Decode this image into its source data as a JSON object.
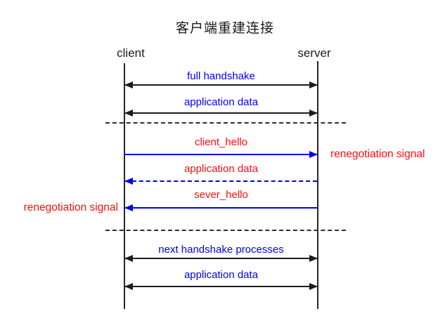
{
  "title": "客户端重建连接",
  "actors": {
    "client": "client",
    "server": "server"
  },
  "colors": {
    "blue": "#0000f0",
    "red": "#ff0d0d",
    "line": "#1c1c1c"
  },
  "sections": {
    "initial": {
      "full_handshake": "full handshake",
      "application_data": "application data"
    },
    "renegotiation": {
      "client_hello": "client_hello",
      "application_data": "application data",
      "sever_hello": "sever_hello",
      "signal_right": "renegotiation signal",
      "signal_left": "renegotiation signal"
    },
    "after": {
      "next_handshake": "next handshake processes",
      "application_data": "application data"
    }
  }
}
